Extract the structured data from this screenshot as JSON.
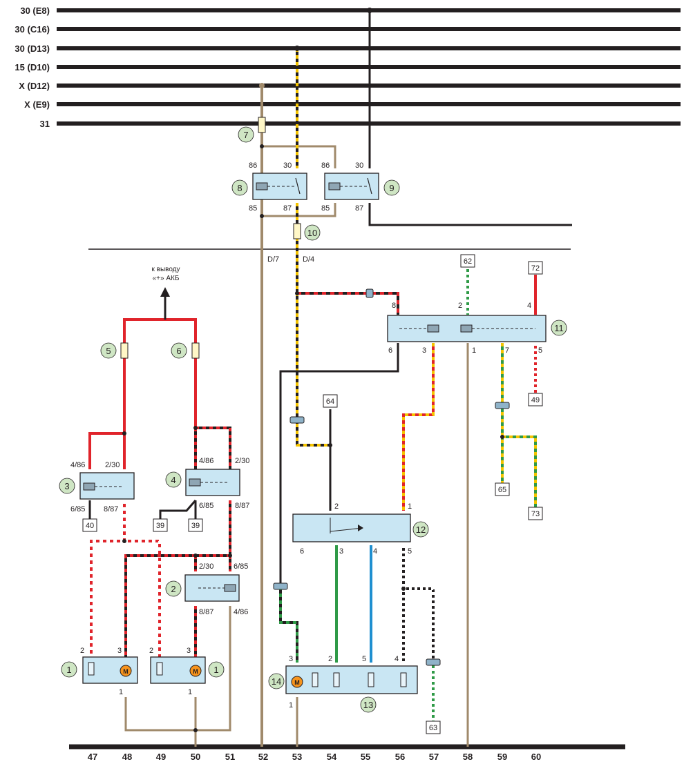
{
  "colors": {
    "black": "#231f20",
    "red": "#e0242b",
    "tan": "#a08a6b",
    "green": "#2f9a47",
    "blue": "#1f8fd0",
    "yellow": "#f5c400",
    "white": "#ffffff",
    "component_fill": "#c9e6f3",
    "callout_fill": "#cfe6c4",
    "fuse_fill": "#fff7c7",
    "motor": "#f7941d"
  },
  "bus_labels": {
    "e8": "30 (E8)",
    "c16": "30 (C16)",
    "d13": "30 (D13)",
    "d10": "15 (D10)",
    "d12": "X (D12)",
    "e9": "X (E9)",
    "gnd": "31"
  },
  "battery_note": {
    "line1": "к выводу",
    "line2": "«+» АКБ"
  },
  "columns": [
    "47",
    "48",
    "49",
    "50",
    "51",
    "52",
    "53",
    "54",
    "55",
    "56",
    "57",
    "58",
    "59",
    "60"
  ],
  "callouts": {
    "c1a": "1",
    "c1b": "1",
    "c2": "2",
    "c3": "3",
    "c4": "4",
    "c5": "5",
    "c6": "6",
    "c7": "7",
    "c8": "8",
    "c9": "9",
    "c10": "10",
    "c11": "11",
    "c12": "12",
    "c13": "13",
    "c14": "14"
  },
  "connector_boxes": {
    "b62": "62",
    "b72": "72",
    "b49": "49",
    "b64": "64",
    "b65": "65",
    "b73": "73",
    "b40": "40",
    "b39a": "39",
    "b39b": "39",
    "b63": "63"
  },
  "pins": {
    "r8_86": "86",
    "r8_30": "30",
    "r8_85": "85",
    "r8_87": "87",
    "r9_86": "86",
    "r9_30": "30",
    "r9_85": "85",
    "r9_87": "87",
    "d7": "D/7",
    "d4": "D/4",
    "k11_8": "8",
    "k11_2": "2",
    "k11_4": "4",
    "k11_6": "6",
    "k11_3": "3",
    "k11_1": "1",
    "k11_7": "7",
    "k11_5": "5",
    "r3_486": "4/86",
    "r3_230": "2/30",
    "r3_685": "6/85",
    "r3_887": "8/87",
    "r4_486": "4/86",
    "r4_230": "2/30",
    "r4_685": "6/85",
    "r4_887": "8/87",
    "r2_230": "2/30",
    "r2_685": "6/85",
    "r2_887": "8/87",
    "r2_486": "4/86",
    "s12_2": "2",
    "s12_1": "1",
    "s12_6": "6",
    "s12_3": "3",
    "s12_4": "4",
    "s12_5": "5",
    "m1a_2": "2",
    "m1a_3": "3",
    "m1a_1": "1",
    "m1b_2": "2",
    "m1b_3": "3",
    "m1b_1": "1",
    "m13_3": "3",
    "m13_2": "2",
    "m13_5": "5",
    "m13_4": "4",
    "m13_1": "1"
  },
  "motor_label": "M"
}
